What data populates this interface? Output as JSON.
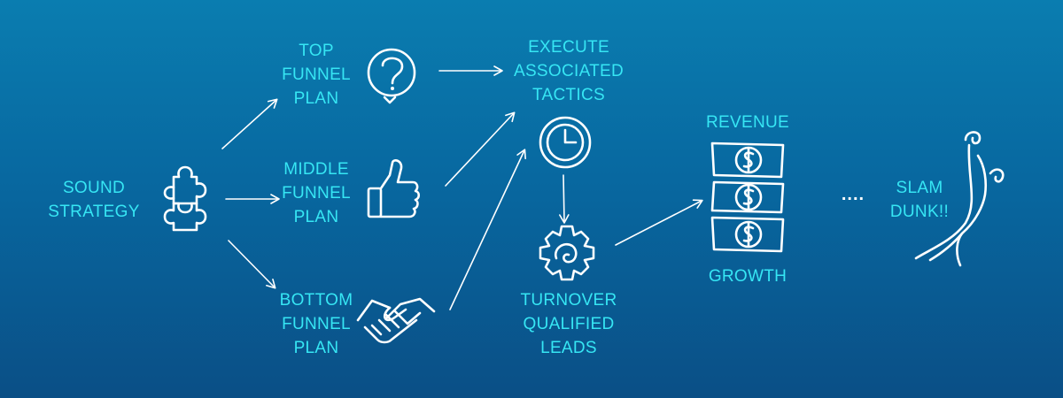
{
  "nodes": {
    "sound_strategy": {
      "lines": [
        "SOUND",
        "STRATEGY"
      ],
      "icon": "puzzle-icon"
    },
    "top_funnel": {
      "lines": [
        "TOP",
        "FUNNEL",
        "PLAN"
      ],
      "icon": "question-bubble-icon"
    },
    "middle_funnel": {
      "lines": [
        "MIDDLE",
        "FUNNEL",
        "PLAN"
      ],
      "icon": "thumbs-up-icon"
    },
    "bottom_funnel": {
      "lines": [
        "BOTTOM",
        "FUNNEL",
        "PLAN"
      ],
      "icon": "handshake-icon"
    },
    "execute_tactics": {
      "lines": [
        "EXECUTE",
        "ASSOCIATED",
        "TACTICS"
      ],
      "icon": "clock-icon"
    },
    "turnover_leads": {
      "lines": [
        "TURNOVER",
        "QUALIFIED",
        "LEADS"
      ],
      "icon": "gear-icon"
    },
    "revenue": {
      "lines": [
        "REVENUE"
      ],
      "icon": "money-stack-icon"
    },
    "growth": {
      "lines": [
        "GROWTH"
      ]
    },
    "slam_dunk": {
      "lines": [
        "SLAM",
        "DUNK!!"
      ],
      "icon": "player-dunk-icon"
    }
  },
  "ellipsis": "....",
  "colors": {
    "label": "#36e6f4",
    "line": "#ffffff",
    "bg_top": "#0a7db0",
    "bg_bottom": "#0a4f86"
  }
}
